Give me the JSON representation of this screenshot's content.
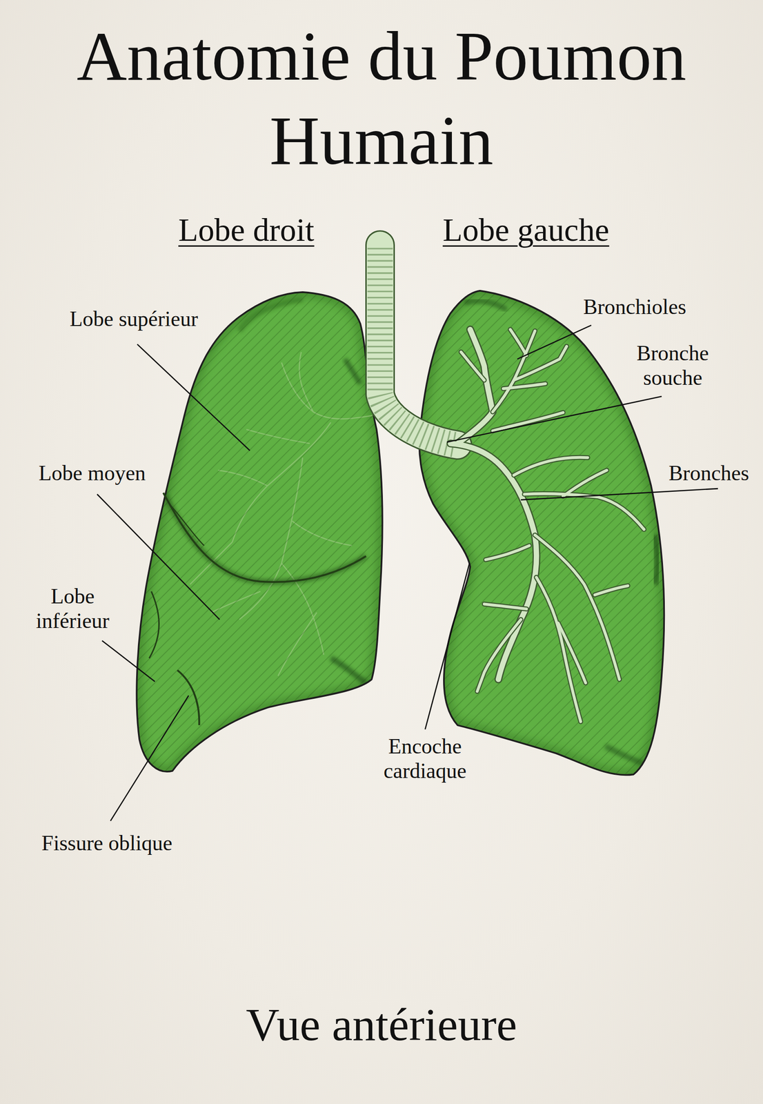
{
  "diagram": {
    "title": "Anatomie du Poumon Humain",
    "caption": "Vue antérieure",
    "labels": [
      "Lobe droit",
      "Lobe gauche",
      "Lobe supérieur",
      "Lobe moyen",
      "Lobe inférieur",
      "Fissure oblique",
      "Bronchioles",
      "Bronche souche",
      "Bronches",
      "Encoche cardiaque"
    ]
  }
}
